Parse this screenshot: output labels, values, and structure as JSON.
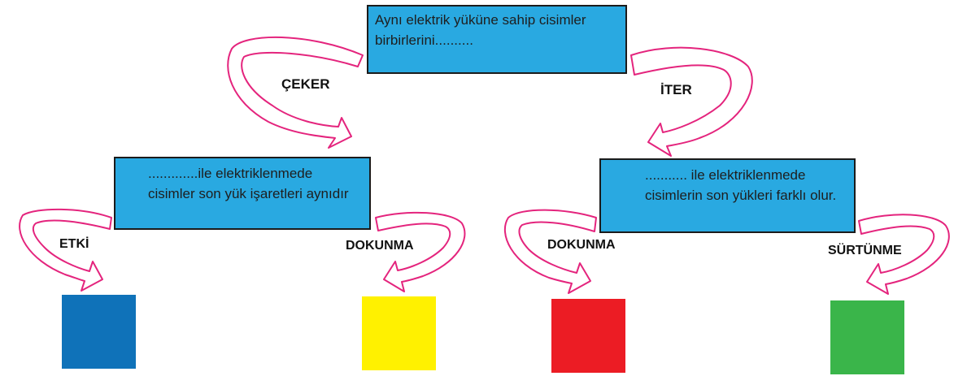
{
  "boxes": {
    "top": "Aynı elektrik yüküne sahip cisimler birbirlerini..........",
    "left": ".............ile elektriklenmede cisimler son yük işaretleri aynıdır",
    "right": "........... ile elektriklenmede cisimlerin son yükleri farklı olur."
  },
  "labels": {
    "ceker": "ÇEKER",
    "iter": "İTER",
    "etki": "ETKİ",
    "dokunma_left": "DOKUNMA",
    "dokunma_right": "DOKUNMA",
    "surtunme": "SÜRTÜNME"
  },
  "colors": {
    "box_fill": "#29a9e1",
    "arrow_stroke": "#e4247d",
    "square_blue": "#0f72b9",
    "square_yellow": "#fff100",
    "square_red": "#ec1c24",
    "square_green": "#3ab54a"
  }
}
